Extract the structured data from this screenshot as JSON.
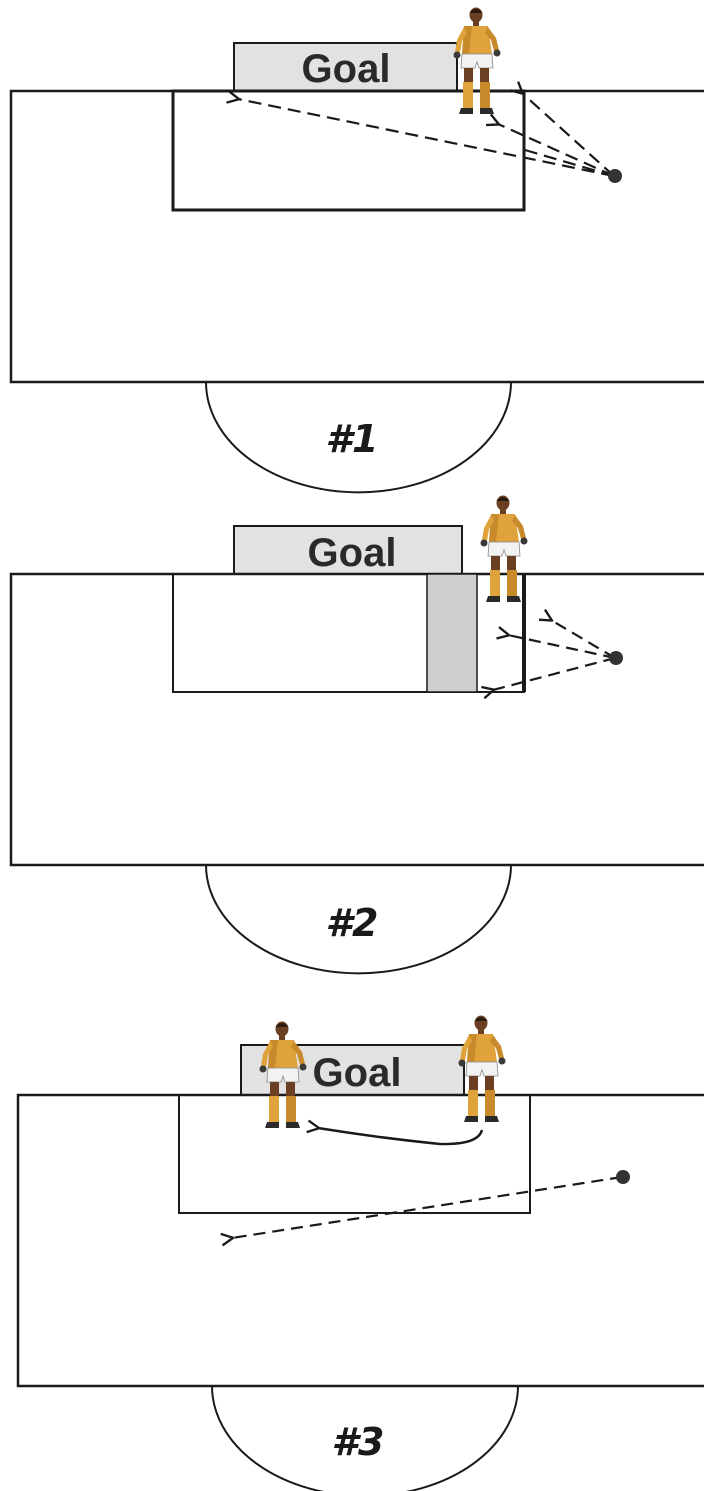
{
  "panels": [
    {
      "goal_label": "Goal",
      "number_label": "#1"
    },
    {
      "goal_label": "Goal",
      "number_label": "#2"
    },
    {
      "goal_label": "Goal",
      "number_label": "#3"
    }
  ],
  "colors": {
    "line": "#1a1a1a",
    "goal_fill": "#e2e2e2",
    "shaded_zone": "#cfcfcf",
    "kit": "#e0a23a",
    "kit_shadow": "#b7772a",
    "skin": "#7a4a2a",
    "shorts": "#f2f2f2",
    "ball": "#333333"
  },
  "icons": [
    "goalkeeper-figure",
    "ball",
    "arrow"
  ]
}
